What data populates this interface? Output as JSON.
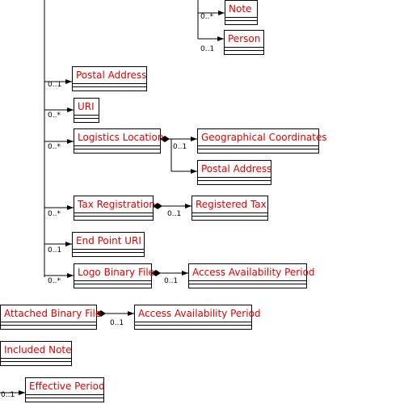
{
  "diagram": {
    "nodes": [
      {
        "id": "note",
        "label": "Note"
      },
      {
        "id": "person",
        "label": "Person"
      },
      {
        "id": "postal_address_1",
        "label": "Postal Address"
      },
      {
        "id": "uri",
        "label": "URI"
      },
      {
        "id": "logistics_location",
        "label": "Logistics Location"
      },
      {
        "id": "geo_coordinates",
        "label": "Geographical Coordinates"
      },
      {
        "id": "postal_address_2",
        "label": "Postal Address"
      },
      {
        "id": "tax_registration",
        "label": "Tax Registration"
      },
      {
        "id": "registered_tax",
        "label": "Registered Tax"
      },
      {
        "id": "end_point_uri",
        "label": "End Point URI"
      },
      {
        "id": "logo_binary_file",
        "label": "Logo Binary File"
      },
      {
        "id": "access_period_1",
        "label": "Access Availability Period"
      },
      {
        "id": "attached_binary_file",
        "label": "Attached Binary File"
      },
      {
        "id": "access_period_2",
        "label": "Access Availability Period"
      },
      {
        "id": "included_note",
        "label": "Included Note"
      },
      {
        "id": "effective_period",
        "label": "Effective Period"
      }
    ],
    "multiplicities": {
      "note": "0..*",
      "person": "0..1",
      "postal_address_1": "0..1",
      "uri": "0..*",
      "logistics_location": "0..*",
      "geo_coordinates": "0..1",
      "tax_registration": "0..*",
      "registered_tax": "0..1",
      "end_point_uri": "0..1",
      "logo_binary_file": "0..*",
      "access_period_1": "0..1",
      "access_period_2": "0..1",
      "effective_period": "0..1"
    }
  },
  "colors": {
    "class_text": "#e00000",
    "line": "#000000",
    "background": "#ffffff"
  }
}
